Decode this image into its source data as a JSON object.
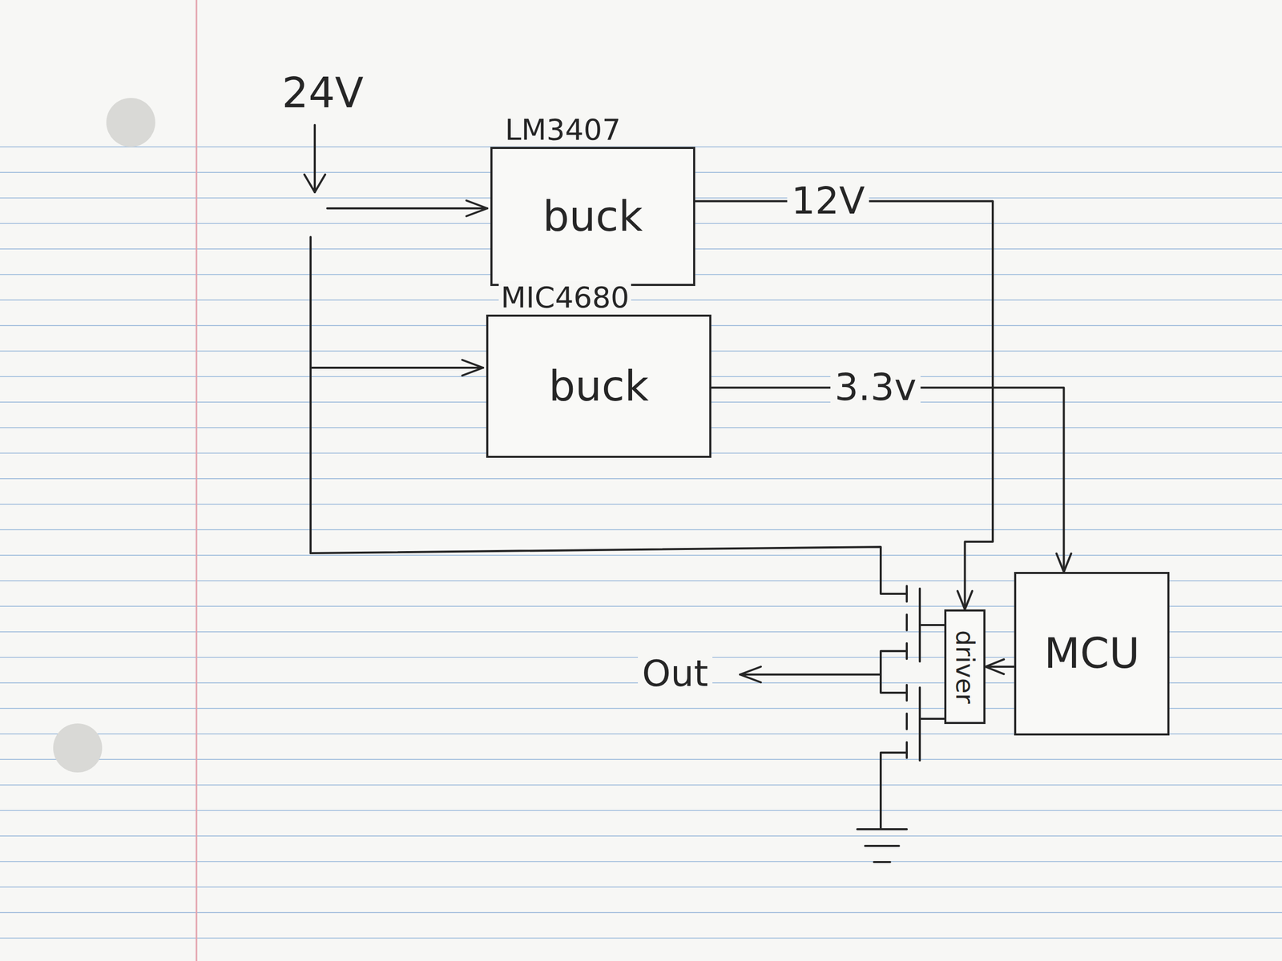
{
  "diagram": {
    "nodes": [
      {
        "text": [
          "LM3407",
          "buck"
        ]
      },
      {
        "text": [
          "MIC4680",
          "buck"
        ]
      },
      {
        "text": [
          "driver"
        ]
      },
      {
        "text": [
          "MCU"
        ]
      }
    ],
    "edges": [
      {
        "from": 0,
        "to": 2,
        "arrow": "to",
        "label": "12V"
      },
      {
        "from": 1,
        "to": 3,
        "arrow": "to",
        "label": "3.3v"
      },
      {
        "from": 3,
        "to": 2,
        "arrow": "to"
      }
    ],
    "labels": [
      "24V",
      "Out"
    ]
  }
}
